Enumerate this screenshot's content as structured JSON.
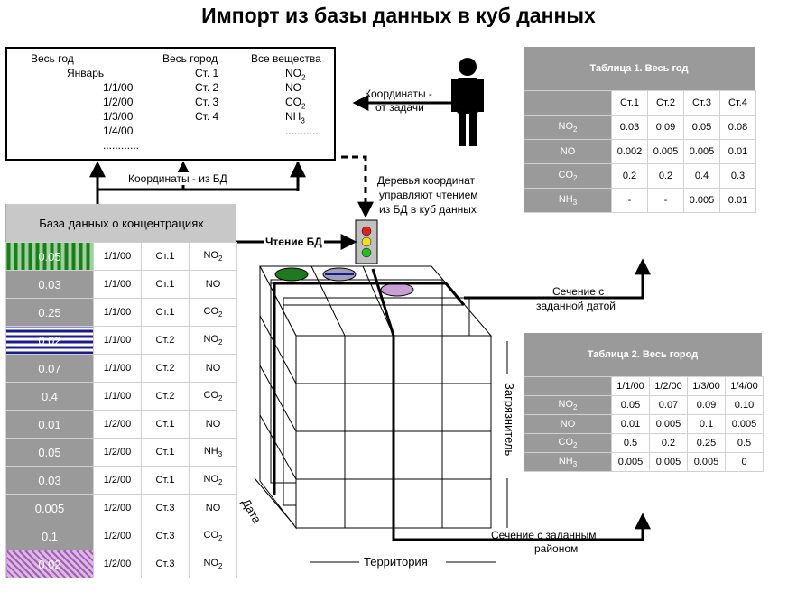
{
  "title": "Импорт из базы данных в куб данных",
  "coords_box": {
    "headers": [
      "Весь год",
      "Весь город",
      "Все вещества"
    ],
    "dates": [
      "Январь",
      "1/1/00",
      "1/2/00",
      "1/3/00",
      "1/4/00",
      "............"
    ],
    "stations": [
      "Ст. 1",
      "Ст. 2",
      "Ст. 3",
      "Ст. 4"
    ],
    "substances": [
      "NO2",
      "NO",
      "CO2",
      "NH3",
      "..........."
    ]
  },
  "labels": {
    "task_coords_1": "Координаты -",
    "task_coords_2": "от задачи",
    "db_coords": "Координаты - из БД",
    "trees_1": "Деревья координат",
    "trees_2": "управляют чтением",
    "trees_3": "из БД в куб данных",
    "read_db": "Чтение БД",
    "slice_date_1": "Сечение с",
    "slice_date_2": "заданной датой",
    "slice_region_1": "Сечение с заданным",
    "slice_region_2": "районом",
    "axis_date": "Дата",
    "axis_pollutant": "Загрязнитель",
    "axis_territory": "Территория"
  },
  "db": {
    "title": "База данных о концентрациях",
    "rows": [
      {
        "value": "0.05",
        "date": "1/1/00",
        "station": "Ст.1",
        "sub": "NO2",
        "pattern": "green"
      },
      {
        "value": "0.03",
        "date": "1/1/00",
        "station": "Ст.1",
        "sub": "NO",
        "pattern": ""
      },
      {
        "value": "0.25",
        "date": "1/1/00",
        "station": "Ст.1",
        "sub": "CO2",
        "pattern": ""
      },
      {
        "value": "0.02",
        "date": "1/1/00",
        "station": "Ст.2",
        "sub": "NO2",
        "pattern": "blue"
      },
      {
        "value": "0.07",
        "date": "1/1/00",
        "station": "Ст.2",
        "sub": "NO",
        "pattern": ""
      },
      {
        "value": "0.4",
        "date": "1/1/00",
        "station": "Ст.2",
        "sub": "CO2",
        "pattern": ""
      },
      {
        "value": "0.01",
        "date": "1/2/00",
        "station": "Ст.1",
        "sub": "NO",
        "pattern": ""
      },
      {
        "value": "0.05",
        "date": "1/2/00",
        "station": "Ст.1",
        "sub": "NH3",
        "pattern": ""
      },
      {
        "value": "0.03",
        "date": "1/2/00",
        "station": "Ст.1",
        "sub": "NO2",
        "pattern": ""
      },
      {
        "value": "0.005",
        "date": "1/2/00",
        "station": "Ст.3",
        "sub": "NO",
        "pattern": ""
      },
      {
        "value": "0.1",
        "date": "1/2/00",
        "station": "Ст.3",
        "sub": "CO2",
        "pattern": ""
      },
      {
        "value": "0.02",
        "date": "1/2/00",
        "station": "Ст.3",
        "sub": "NO2",
        "pattern": "purple"
      }
    ]
  },
  "table1": {
    "title": "Таблица 1. Весь год",
    "cols": [
      "Ст.1",
      "Ст.2",
      "Ст.3",
      "Ст.4"
    ],
    "rows": [
      {
        "name": "NO2",
        "vals": [
          "0.03",
          "0.09",
          "0.05",
          "0.08"
        ]
      },
      {
        "name": "NO",
        "vals": [
          "0.002",
          "0.005",
          "0.005",
          "0.01"
        ]
      },
      {
        "name": "CO2",
        "vals": [
          "0.2",
          "0.2",
          "0.4",
          "0.3"
        ]
      },
      {
        "name": "NH3",
        "vals": [
          "-",
          "-",
          "0.005",
          "0.01"
        ]
      }
    ]
  },
  "table2": {
    "title": "Таблица 2. Весь город",
    "cols": [
      "1/1/00",
      "1/2/00",
      "1/3/00",
      "1/4/00"
    ],
    "rows": [
      {
        "name": "NO2",
        "vals": [
          "0.05",
          "0.07",
          "0.09",
          "0.10"
        ]
      },
      {
        "name": "NO",
        "vals": [
          "0.01",
          "0.005",
          "0.1",
          "0.005"
        ]
      },
      {
        "name": "CO2",
        "vals": [
          "0.5",
          "0.2",
          "0.25",
          "0.5"
        ]
      },
      {
        "name": "NH3",
        "vals": [
          "0.005",
          "0.005",
          "0.005",
          "0"
        ]
      }
    ]
  },
  "colors": {
    "green": "#1f7a1f",
    "blue": "#1a1a8c",
    "purple": "#a05fb0",
    "header_gray": "#9a9a9a"
  }
}
